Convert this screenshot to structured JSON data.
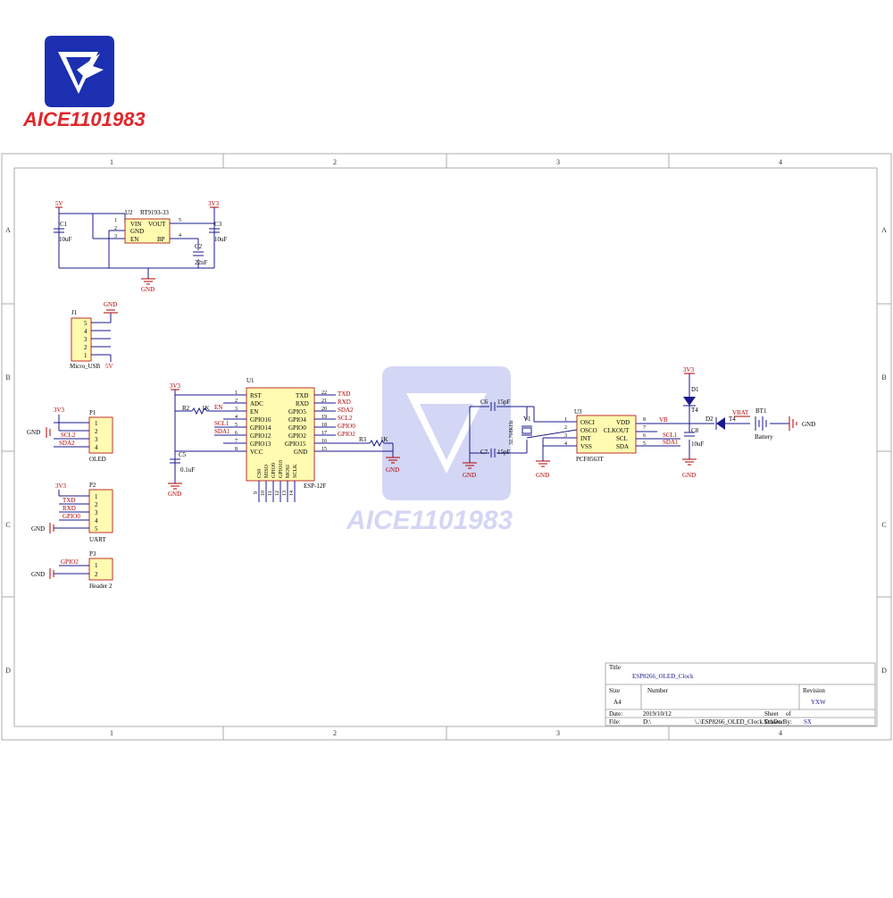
{
  "brand": {
    "logo_text": "AICE1101983",
    "color": "#e0262b",
    "badge_color": "#1c2fb0"
  },
  "colors": {
    "wire": "#1a1a8c",
    "net": "#b00000",
    "chip": "#fffbb0",
    "border": "#000000"
  },
  "frame": {
    "columns": [
      "1",
      "2",
      "3",
      "4"
    ],
    "rows": [
      "A",
      "B",
      "C",
      "D"
    ]
  },
  "title_block": {
    "title_label": "Title",
    "title": "ESP8266_OLED_Clock",
    "size_label": "Size",
    "size": "A4",
    "number_label": "Number",
    "revision_label": "Revision",
    "revision": "YXW",
    "date_label": "Date:",
    "date": "2019/10/12",
    "sheet_label": "Sheet",
    "of_label": "of",
    "file_label": "File:",
    "file_drive": "D:\\",
    "file_path": "\\..\\ESP8266_OLED_Clock.SchDoc",
    "drawn_label": "Drawn By:",
    "drawn_by": "SX"
  },
  "power_nets": {
    "v5": "5V",
    "v33": "3V3",
    "gnd": "GND",
    "vbat": "VBAT",
    "vb": "VB"
  },
  "regulator": {
    "ref": "U2",
    "part": "RT9193-33",
    "left_pins": [
      {
        "num": "1",
        "name": "VIN"
      },
      {
        "num": "2",
        "name": "GND"
      },
      {
        "num": "3",
        "name": "EN"
      }
    ],
    "right_pins": [
      {
        "num": "5",
        "name": "VOUT"
      },
      {
        "num": "4",
        "name": "BP"
      }
    ],
    "c1": {
      "ref": "C1",
      "value": "10uF"
    },
    "c2": {
      "ref": "C2",
      "value": "22nF"
    },
    "c3": {
      "ref": "C3",
      "value": "10uF"
    }
  },
  "j1": {
    "ref": "J1",
    "label": "Micro_USB",
    "pins": [
      "5",
      "4",
      "3",
      "2",
      "1"
    ]
  },
  "p1": {
    "ref": "P1",
    "label": "OLED",
    "pins": [
      "1",
      "2",
      "3",
      "4"
    ],
    "nets": [
      "SCL2",
      "SDA2"
    ]
  },
  "p2": {
    "ref": "P2",
    "label": "UART",
    "pins": [
      "1",
      "2",
      "3",
      "4",
      "5"
    ],
    "nets": [
      "TXD",
      "RXD",
      "GPIO0"
    ]
  },
  "p3": {
    "ref": "P3",
    "label": "Header 2",
    "pins": [
      "1",
      "2"
    ],
    "nets": [
      "GPIO2"
    ]
  },
  "esp": {
    "ref": "U1",
    "part": "ESP-12F",
    "left_pins": [
      {
        "num": "1",
        "name": "RST"
      },
      {
        "num": "2",
        "name": "ADC"
      },
      {
        "num": "3",
        "name": "EN"
      },
      {
        "num": "4",
        "name": "GPIO16"
      },
      {
        "num": "5",
        "name": "GPIO14"
      },
      {
        "num": "6",
        "name": "GPIO12"
      },
      {
        "num": "7",
        "name": "GPIO13"
      },
      {
        "num": "8",
        "name": "VCC"
      }
    ],
    "right_pins": [
      {
        "num": "22",
        "name": "TXD"
      },
      {
        "num": "21",
        "name": "RXD"
      },
      {
        "num": "20",
        "name": "GPIO5"
      },
      {
        "num": "19",
        "name": "GPIO4"
      },
      {
        "num": "18",
        "name": "GPIO0"
      },
      {
        "num": "17",
        "name": "GPIO2"
      },
      {
        "num": "16",
        "name": "GPIO15"
      },
      {
        "num": "15",
        "name": "GND"
      }
    ],
    "bottom_pins": [
      {
        "num": "9",
        "name": "CS0"
      },
      {
        "num": "10",
        "name": "MISO"
      },
      {
        "num": "11",
        "name": "GPIO9"
      },
      {
        "num": "12",
        "name": "GPIO10"
      },
      {
        "num": "13",
        "name": "MOSI"
      },
      {
        "num": "14",
        "name": "SCLK"
      }
    ],
    "left_nets": [
      "EN",
      "SCL1",
      "SDA1"
    ],
    "right_nets": [
      "TXD",
      "RXD",
      "SDA2",
      "SCL2",
      "GPIO0",
      "GPIO2"
    ],
    "r2": {
      "ref": "R2",
      "value": "1K"
    },
    "r3": {
      "ref": "R3",
      "value": "1K"
    },
    "c5": {
      "ref": "C5",
      "value": "0.1uF"
    }
  },
  "rtc": {
    "ref": "U3",
    "part": "PCF8563T",
    "left_pins": [
      {
        "num": "1",
        "name": "OSCI"
      },
      {
        "num": "2",
        "name": "OSCO"
      },
      {
        "num": "3",
        "name": "INT"
      },
      {
        "num": "4",
        "name": "VSS"
      }
    ],
    "right_pins": [
      {
        "num": "8",
        "name": "VDD"
      },
      {
        "num": "7",
        "name": "CLKOUT"
      },
      {
        "num": "6",
        "name": "SCL"
      },
      {
        "num": "5",
        "name": "SDA"
      }
    ],
    "right_nets": [
      "VB",
      "SCL1",
      "SDA1"
    ],
    "c6": {
      "ref": "C6",
      "value": "15pF"
    },
    "c7": {
      "ref": "C7",
      "value": "15pF"
    },
    "y1": {
      "ref": "Y1",
      "value": "32.768KHz"
    },
    "c8": {
      "ref": "C8",
      "value": "10uF"
    },
    "d1": {
      "ref": "D1",
      "value": "T4"
    },
    "d2": {
      "ref": "D2",
      "value": "T4"
    },
    "bt1": {
      "ref": "BT1",
      "value": "Battery"
    }
  }
}
